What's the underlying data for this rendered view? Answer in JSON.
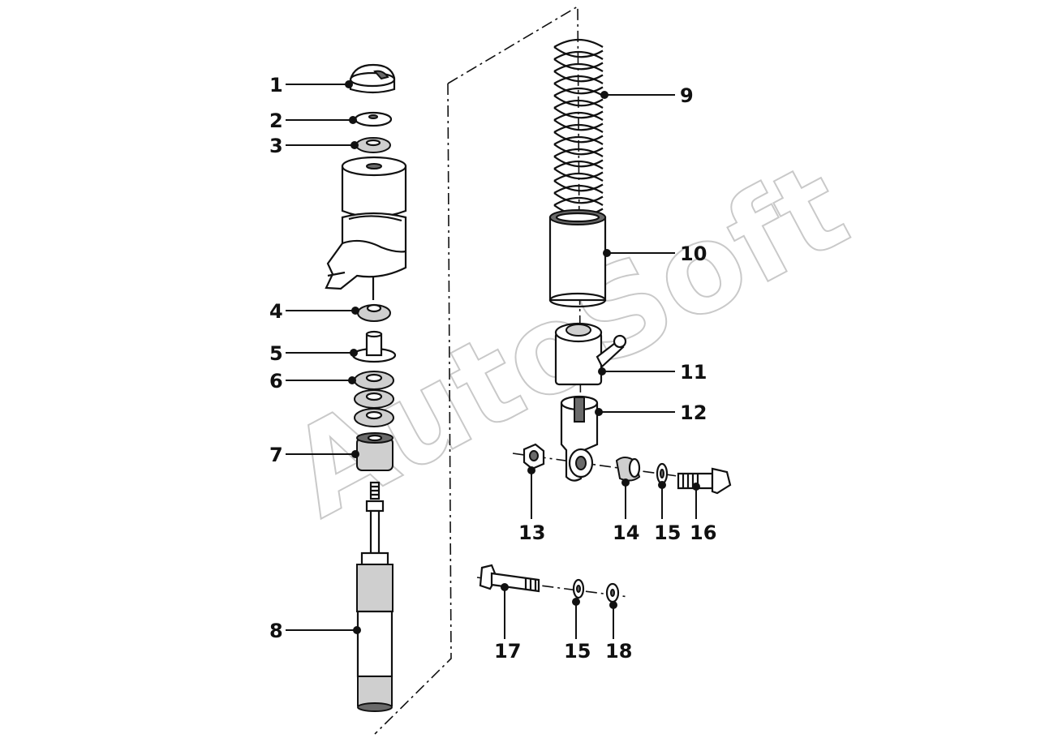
{
  "watermark": {
    "text": "AutoSoft",
    "color": "#c9c9c9"
  },
  "colors": {
    "ink": "#111111",
    "background": "#ffffff",
    "watermark": "#c9c9c9"
  },
  "callouts": [
    {
      "id": "c1",
      "label": "1"
    },
    {
      "id": "c2",
      "label": "2"
    },
    {
      "id": "c3",
      "label": "3"
    },
    {
      "id": "c4",
      "label": "4"
    },
    {
      "id": "c5",
      "label": "5"
    },
    {
      "id": "c6",
      "label": "6"
    },
    {
      "id": "c7",
      "label": "7"
    },
    {
      "id": "c8",
      "label": "8"
    },
    {
      "id": "c9",
      "label": "9"
    },
    {
      "id": "c10",
      "label": "10"
    },
    {
      "id": "c11",
      "label": "11"
    },
    {
      "id": "c12",
      "label": "12"
    },
    {
      "id": "c13",
      "label": "13"
    },
    {
      "id": "c14",
      "label": "14"
    },
    {
      "id": "c15a",
      "label": "15"
    },
    {
      "id": "c16",
      "label": "16"
    },
    {
      "id": "c17",
      "label": "17"
    },
    {
      "id": "c15b",
      "label": "15"
    },
    {
      "id": "c18",
      "label": "18"
    }
  ]
}
